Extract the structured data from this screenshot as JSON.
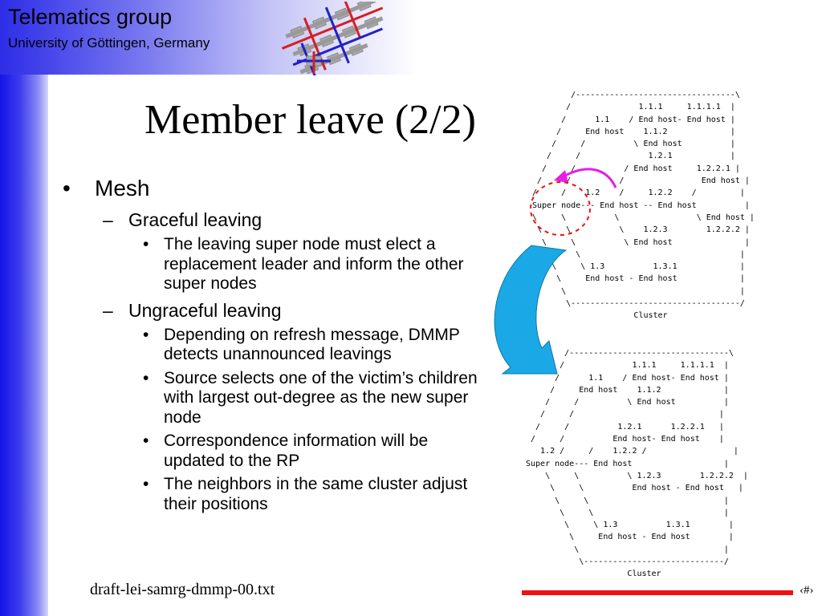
{
  "header": {
    "group": "Telematics group",
    "university": "University of Göttingen, Germany"
  },
  "title": "Member leave (2/2)",
  "outline": {
    "mesh": "Mesh",
    "graceful": "Graceful leaving",
    "graceful_items": [
      "The leaving super node must elect a replacement leader and inform the other super nodes"
    ],
    "ungraceful": "Ungraceful leaving",
    "ungraceful_items": [
      "Depending on refresh message, DMMP detects unannounced leavings",
      "Source selects one of the victim’s children with largest out-degree as the new super node",
      "Correspondence information will be updated to the RP",
      "The neighbors in the same cluster adjust their positions"
    ]
  },
  "diagrams": {
    "before": "        /---------------------------------\\\n       /              1.1.1     1.1.1.1  |\n      /      1.1    / End host- End host |\n     /     End host    1.1.2             |\n    /     /          \\ End host          |\n   /     /              1.2.1            |\n  /     /          / End host     1.2.2.1 |\n /     /          /                End host |\n/     /    1.2    /     1.2.2    /         |\nSuper node--- End host -- End host          |\n\\     \\          \\                \\ End host |\n \\     \\          \\    1.2.3        1.2.2.2 |\n  \\     \\          \\ End host               |\n   \\     \\                                 |\n    \\     \\ 1.3          1.3.1             |\n     \\     End host - End host             |\n      \\                                    |\n       \\-----------------------------------/\n                     Cluster",
    "after": "        /---------------------------------\\\n       /              1.1.1     1.1.1.1  |\n      /      1.1    / End host- End host |\n     /     End host    1.1.2             |\n    /     /          \\ End host          |\n   /     /                              |\n  /     /          1.2.1      1.2.2.1   |\n /     /          End host- End host    |\n   1.2 /     /    1.2.2 /                  |\nSuper node--- End host                   |\n    \\     \\          \\ 1.2.3        1.2.2.2  |\n     \\     \\          End host - End host   |\n      \\     \\                            |\n       \\     \\                           |\n        \\     \\ 1.3          1.3.1        |\n         \\     End host - End host        |\n          \\                              |\n           \\-----------------------------/\n                     Cluster"
  },
  "footer": {
    "filename": "draft-lei-samrg-dmmp-00.txt",
    "page": "‹#›"
  },
  "colors": {
    "brand_blue": "#1515e6",
    "accent_red": "#ee1111",
    "arrow_magenta": "#e61ee6",
    "transition_arrow": "#1aa9e6"
  }
}
